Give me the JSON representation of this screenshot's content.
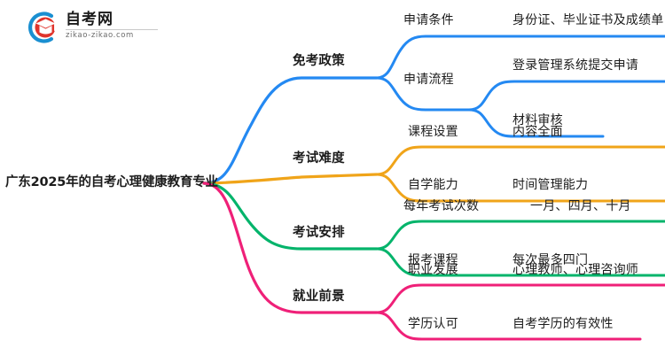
{
  "logo": {
    "name": "自考网",
    "url": "zikao-zikao.com",
    "mark_icon": "graduation-cap-icon",
    "arc_color": "#1a8fd1",
    "cap_color": "#e0342c"
  },
  "mindmap": {
    "type": "mindmap",
    "root": {
      "label": "广东2025年的自考心理健康教育专业"
    },
    "branches": [
      {
        "label": "免考政策",
        "color": "#2489f2",
        "children": [
          {
            "label": "申请条件",
            "leaves": [
              "身份证、毕业证书及成绩单"
            ]
          },
          {
            "label": "申请流程",
            "leaves": [
              "登录管理系统提交申请",
              "材料审核"
            ]
          }
        ]
      },
      {
        "label": "考试难度",
        "color": "#f0a419",
        "children": [
          {
            "label": "课程设置",
            "leaves": [
              "内容全面"
            ]
          },
          {
            "label": "自学能力",
            "leaves": [
              "时间管理能力"
            ]
          }
        ]
      },
      {
        "label": "考试安排",
        "color": "#04b46b",
        "children": [
          {
            "label": "每年考试次数",
            "leaves": [
              "一月、四月、十月"
            ]
          },
          {
            "label": "报考课程",
            "leaves": [
              "每次最多四门"
            ]
          }
        ]
      },
      {
        "label": "就业前景",
        "color": "#ef2078",
        "children": [
          {
            "label": "职业发展",
            "leaves": [
              "心理教师、心理咨询师"
            ]
          },
          {
            "label": "学历认可",
            "leaves": [
              "自考学历的有效性"
            ]
          }
        ]
      }
    ]
  }
}
